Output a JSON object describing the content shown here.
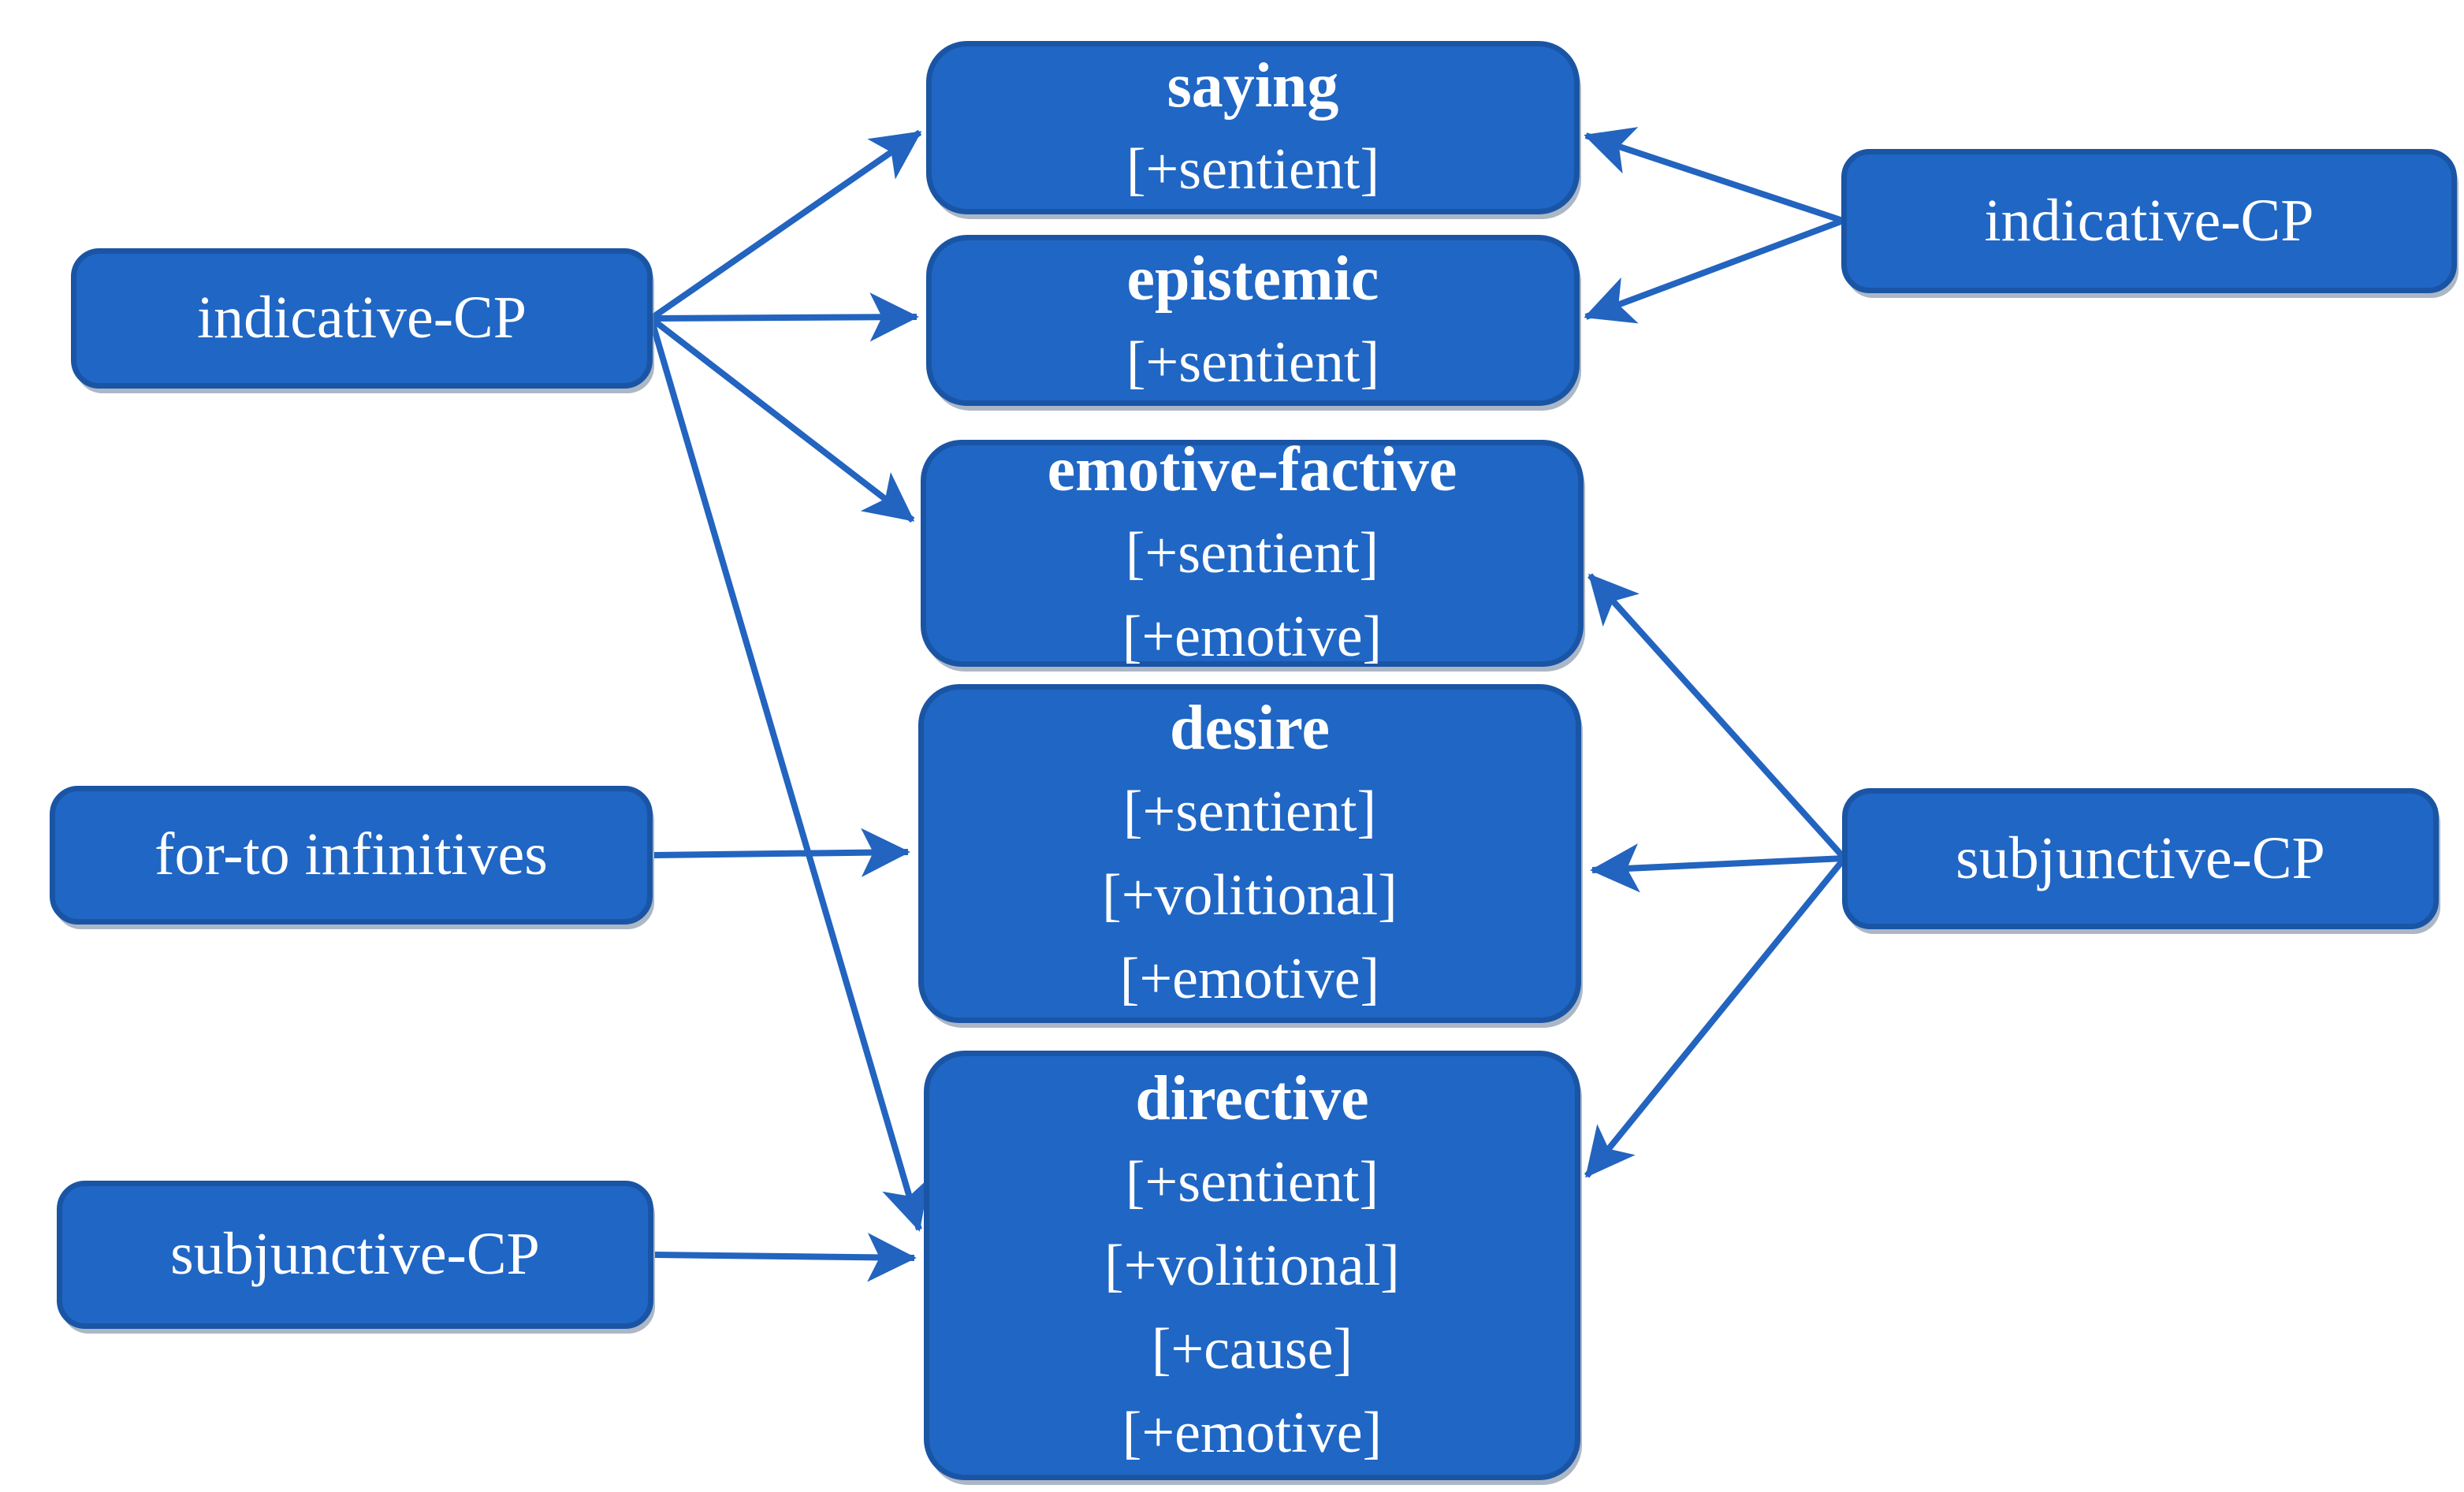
{
  "diagram": {
    "colors": {
      "background": "#ffffff",
      "box_fill": "#2066c4",
      "box_border": "#1a55a5",
      "arrow": "#2264bf",
      "text": "#ffffff"
    },
    "nodes": [
      {
        "id": "left-indicative-cp",
        "title": "indicative-CP",
        "features": []
      },
      {
        "id": "for-to-infinitives",
        "title": "for-to infinitives",
        "features": []
      },
      {
        "id": "left-subjunctive-cp",
        "title": "subjunctive-CP",
        "features": []
      },
      {
        "id": "saying",
        "title": "saying",
        "features": [
          "[+sentient]"
        ]
      },
      {
        "id": "epistemic",
        "title": "epistemic",
        "features": [
          "[+sentient]"
        ]
      },
      {
        "id": "emotive-factive",
        "title": "emotive-factive",
        "features": [
          "[+sentient]",
          "[+emotive]"
        ]
      },
      {
        "id": "desire",
        "title": "desire",
        "features": [
          "[+sentient]",
          "[+volitional]",
          "[+emotive]"
        ]
      },
      {
        "id": "directive",
        "title": "directive",
        "features": [
          "[+sentient]",
          "[+volitional]",
          "[+cause]",
          "[+emotive]"
        ]
      },
      {
        "id": "right-indicative-cp",
        "title": "indicative-CP",
        "features": []
      },
      {
        "id": "right-subjunctive-cp",
        "title": "subjunctive-CP",
        "features": []
      }
    ],
    "edges": [
      {
        "from": "left-indicative-cp",
        "to": "saying"
      },
      {
        "from": "left-indicative-cp",
        "to": "epistemic"
      },
      {
        "from": "left-indicative-cp",
        "to": "emotive-factive"
      },
      {
        "from": "left-indicative-cp",
        "to": "directive"
      },
      {
        "from": "for-to-infinitives",
        "to": "desire"
      },
      {
        "from": "left-subjunctive-cp",
        "to": "directive"
      },
      {
        "from": "right-indicative-cp",
        "to": "saying"
      },
      {
        "from": "right-indicative-cp",
        "to": "epistemic"
      },
      {
        "from": "right-subjunctive-cp",
        "to": "emotive-factive"
      },
      {
        "from": "right-subjunctive-cp",
        "to": "desire"
      },
      {
        "from": "right-subjunctive-cp",
        "to": "directive"
      }
    ]
  }
}
